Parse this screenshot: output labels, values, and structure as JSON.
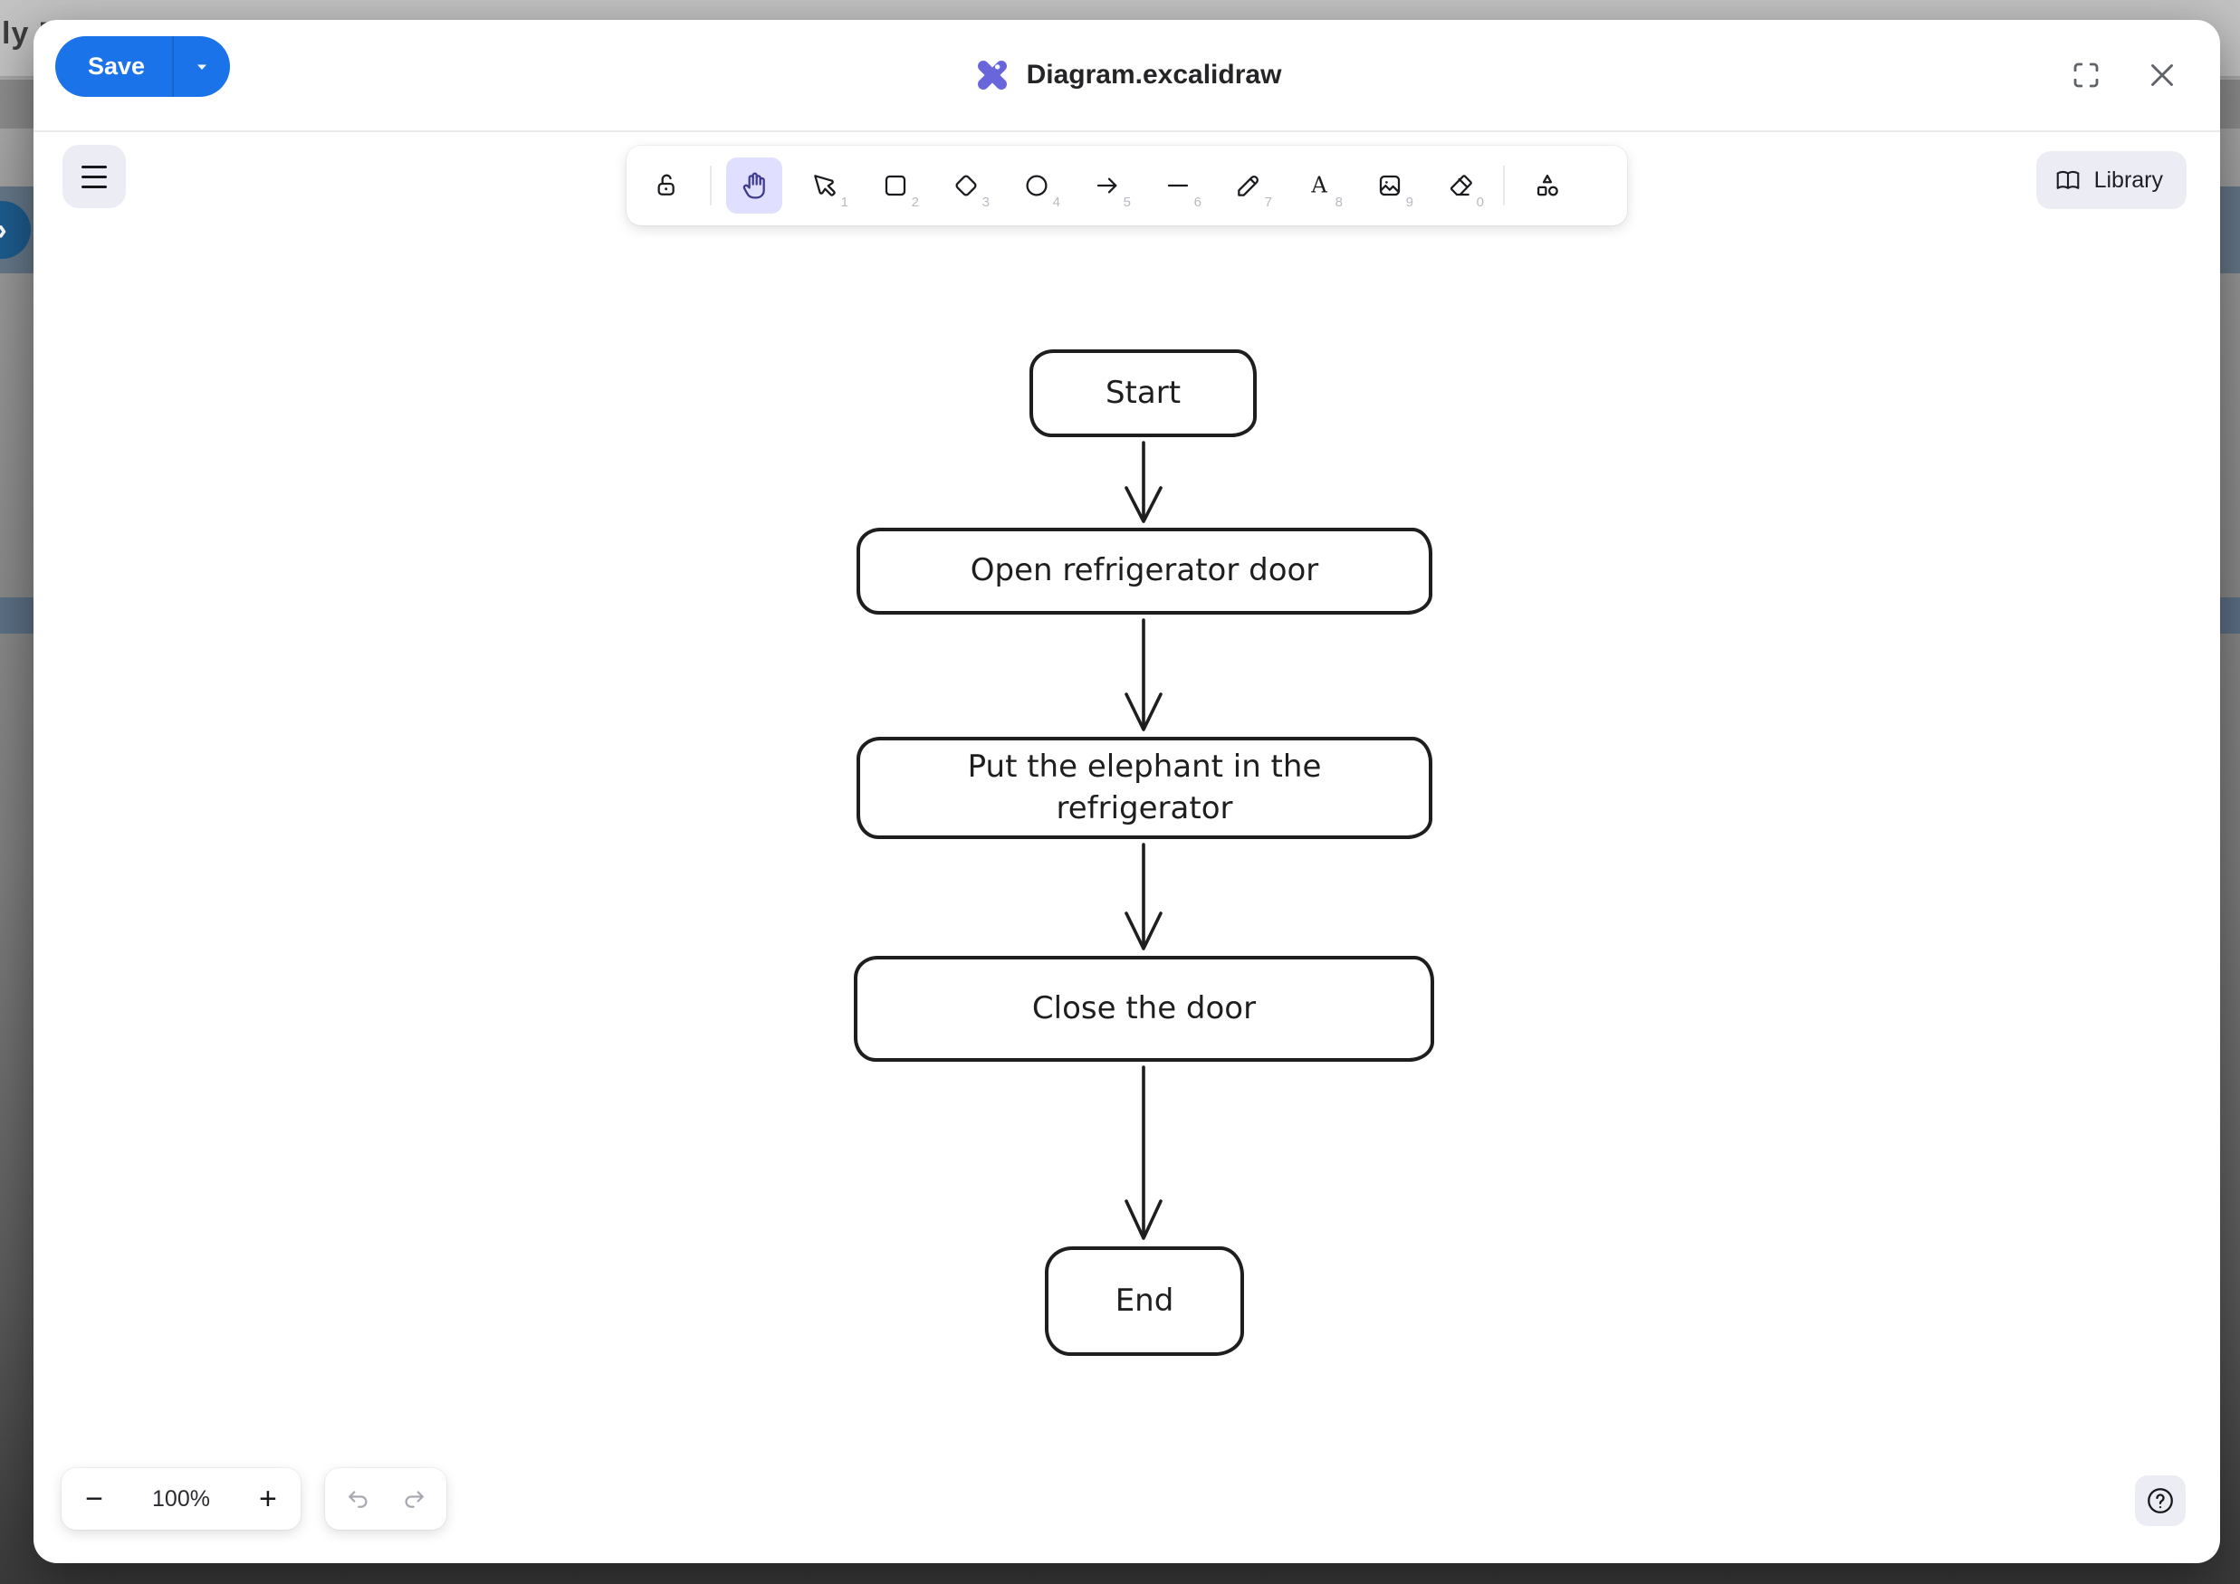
{
  "colors": {
    "accent_blue": "#1a73e8",
    "logo_purple": "#6965db",
    "active_tool_bg": "#e0dfff",
    "island_bg": "#ececf4",
    "stroke_dark": "#1e1e1e"
  },
  "backdrop": {
    "partial_text": "ly F",
    "avatar_glyph": "›"
  },
  "header": {
    "save_label": "Save",
    "title": "Diagram.excalidraw"
  },
  "toolbar": {
    "tools": [
      {
        "id": "lock",
        "name": "Keep selected tool active after drawing",
        "shortcut": ""
      },
      {
        "id": "hand",
        "name": "Hand (panning tool)",
        "shortcut": "",
        "active": true
      },
      {
        "id": "selection",
        "name": "Selection",
        "shortcut": "1"
      },
      {
        "id": "rectangle",
        "name": "Rectangle",
        "shortcut": "2"
      },
      {
        "id": "diamond",
        "name": "Diamond",
        "shortcut": "3"
      },
      {
        "id": "ellipse",
        "name": "Ellipse",
        "shortcut": "4"
      },
      {
        "id": "arrow",
        "name": "Arrow",
        "shortcut": "5"
      },
      {
        "id": "line",
        "name": "Line",
        "shortcut": "6"
      },
      {
        "id": "draw",
        "name": "Draw",
        "shortcut": "7"
      },
      {
        "id": "text",
        "name": "Text",
        "shortcut": "8",
        "glyph": "A"
      },
      {
        "id": "image",
        "name": "Insert image",
        "shortcut": "9"
      },
      {
        "id": "eraser",
        "name": "Eraser",
        "shortcut": "0"
      },
      {
        "id": "shapes",
        "name": "More shapes",
        "shortcut": ""
      }
    ]
  },
  "library": {
    "label": "Library"
  },
  "footer": {
    "zoom_out_label": "−",
    "zoom_level": "100%",
    "zoom_in_label": "+"
  },
  "flowchart": {
    "nodes": [
      {
        "id": "start",
        "label": "Start"
      },
      {
        "id": "open",
        "label": "Open refrigerator door"
      },
      {
        "id": "put",
        "label": "Put the elephant in the refrigerator"
      },
      {
        "id": "close",
        "label": "Close the door"
      },
      {
        "id": "end",
        "label": "End"
      }
    ],
    "edges": [
      [
        "start",
        "open"
      ],
      [
        "open",
        "put"
      ],
      [
        "put",
        "close"
      ],
      [
        "close",
        "end"
      ]
    ]
  }
}
